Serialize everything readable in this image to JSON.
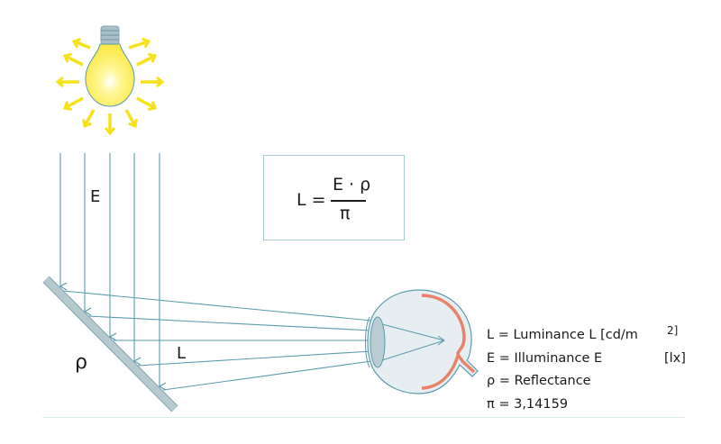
{
  "labels": {
    "illuminance": "E",
    "reflectance": "ρ",
    "luminance": "L"
  },
  "formula": {
    "lhs": "L =",
    "numerator": "E · ρ",
    "denominator": "π"
  },
  "legend": [
    {
      "text": "L = Luminance L [cd/m",
      "unit": "2]"
    },
    {
      "text": "E = Illuminance E",
      "unit": "[lx]"
    },
    {
      "text": "ρ = Reflectance"
    },
    {
      "text": "π = 3,14159"
    }
  ],
  "colors": {
    "ray": "#5b9bab",
    "bulb": "#fff36a",
    "arrow": "#f5e21a",
    "mirror": "#b5c9cf",
    "retina": "#e8826a",
    "eye": "#e6eef1"
  }
}
